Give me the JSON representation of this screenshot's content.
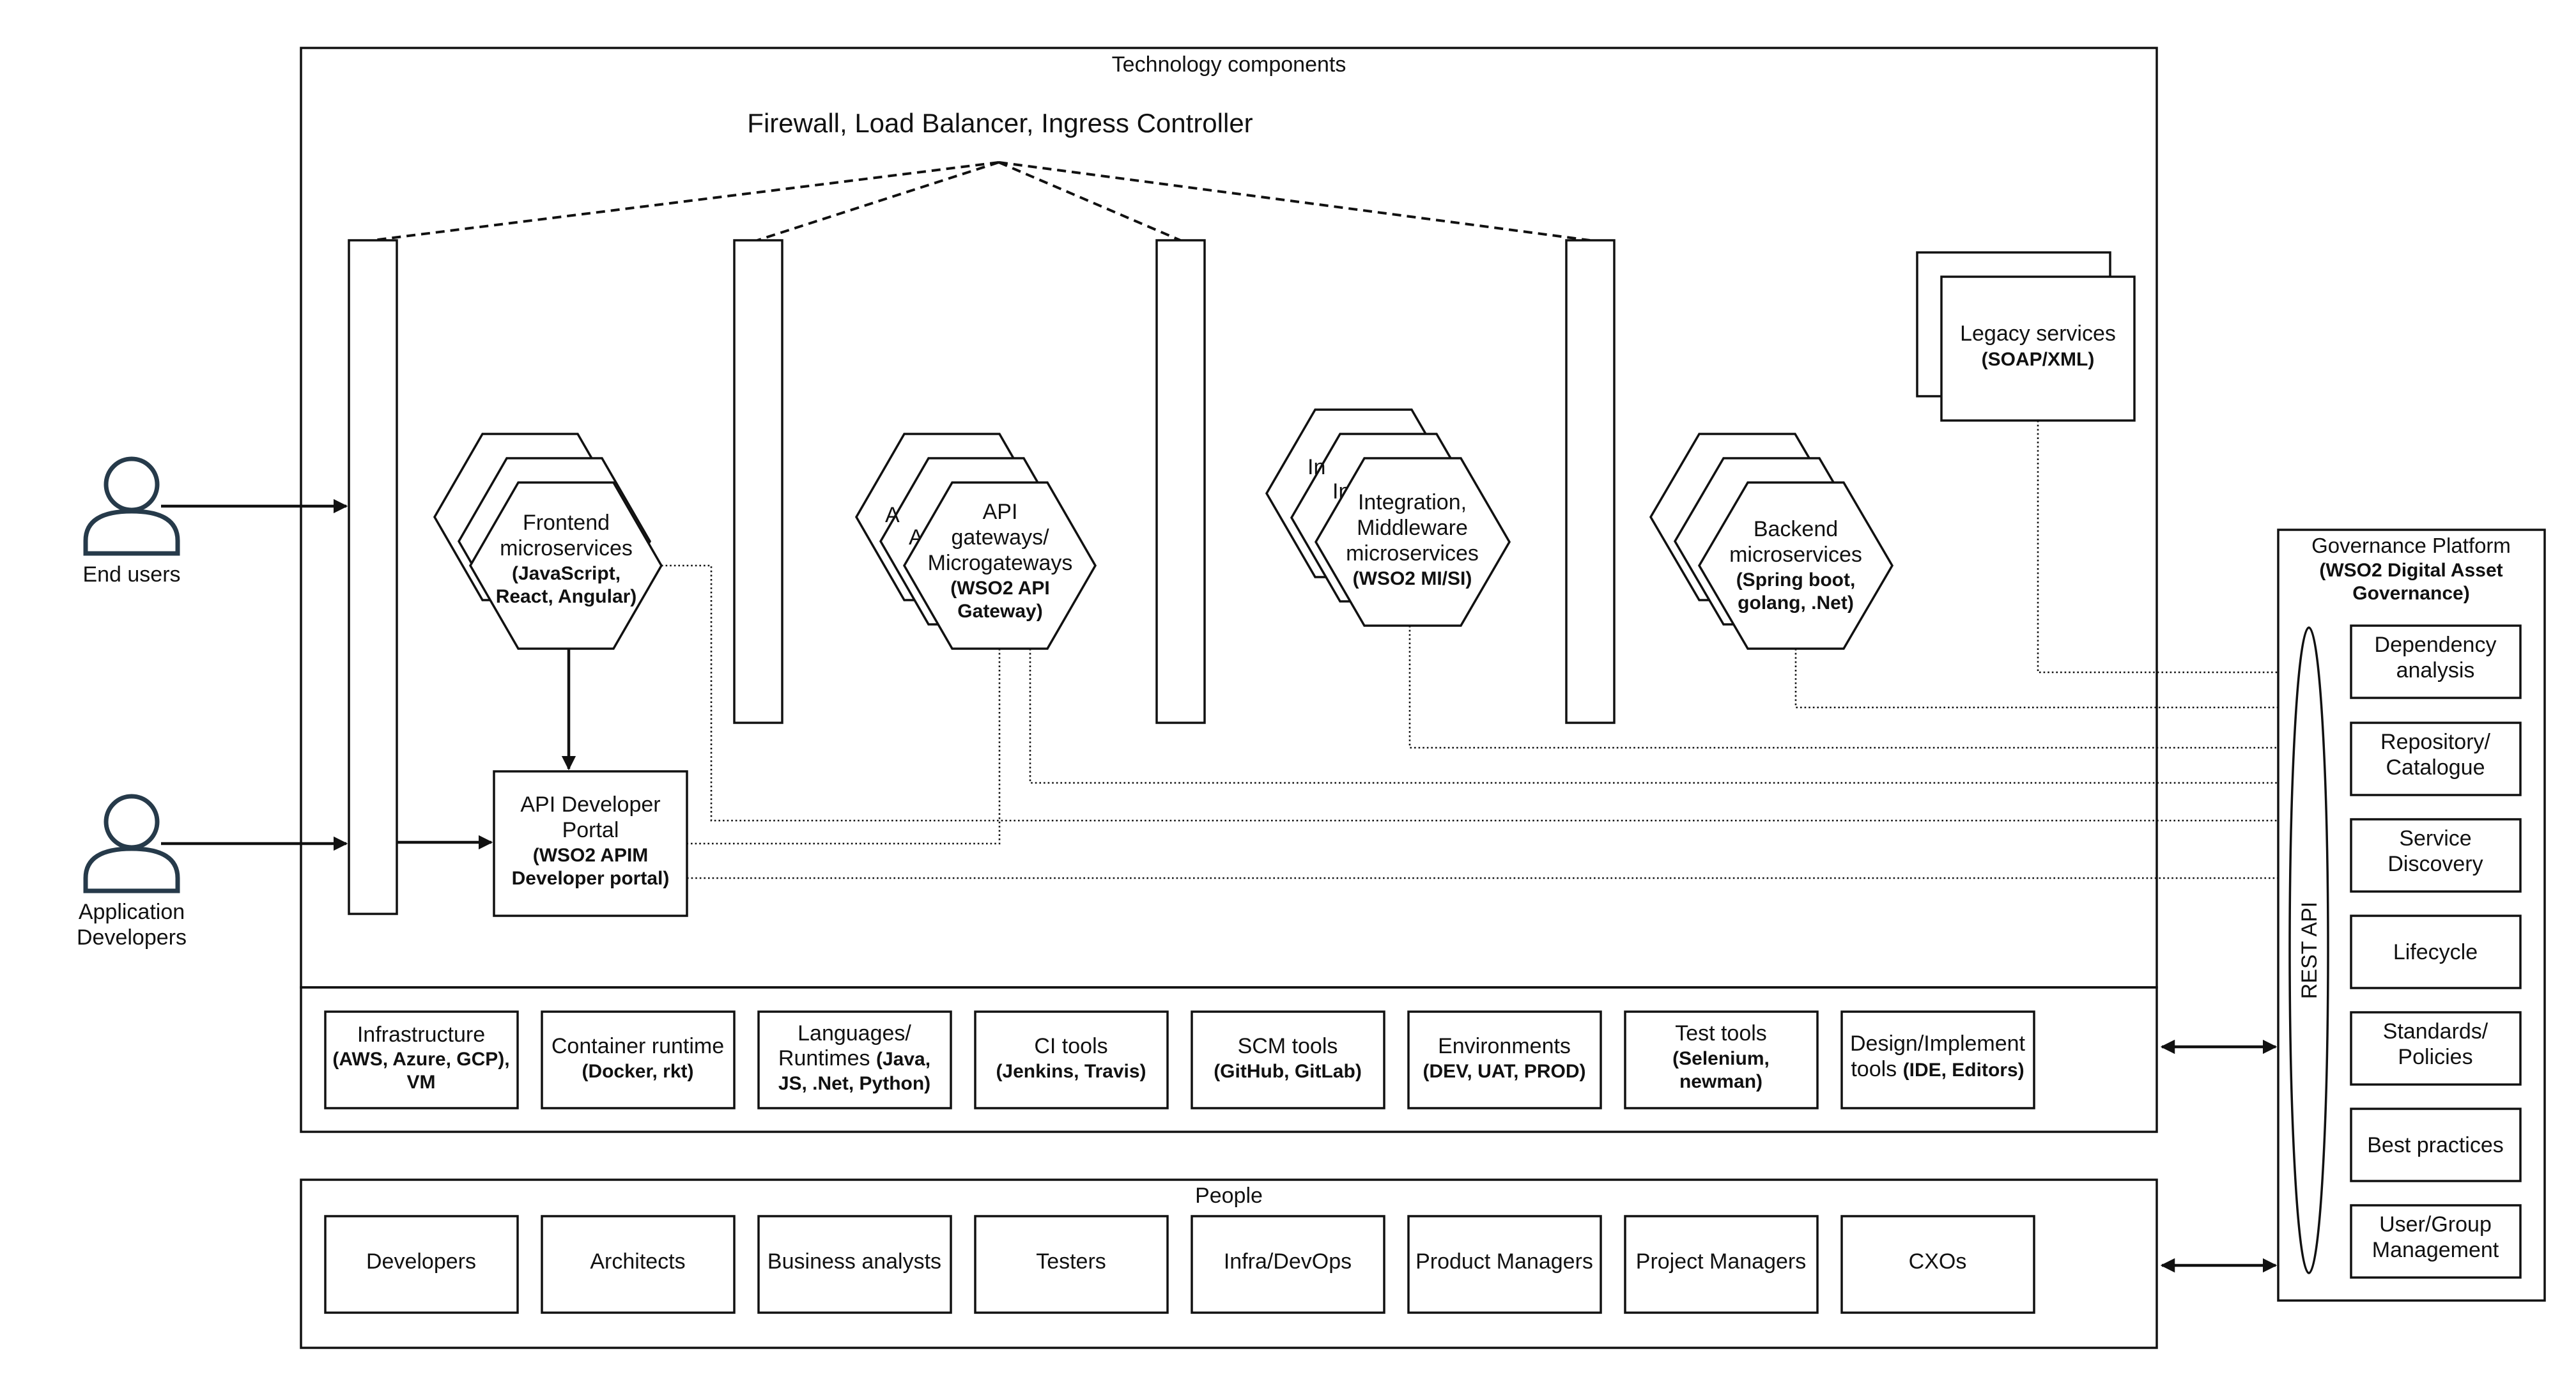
{
  "technology": {
    "title": "Technology components",
    "edge_label": "Firewall, Load Balancer, Ingress Controller",
    "frontend": {
      "line1": "Frontend",
      "line2": "microservices",
      "bold1": "(JavaScript,",
      "bold2": "React, Angular)"
    },
    "api_gateways": {
      "line1": "API",
      "line2": "gateways/",
      "line3": "Microgateways",
      "bold1": "(WSO2 API",
      "bold2": "Gateway)",
      "peek": "A"
    },
    "integration": {
      "line1": "Integration,",
      "line2": "Middleware",
      "line3": "microservices",
      "bold1": "(WSO2 MI/SI)",
      "peek": "In"
    },
    "backend": {
      "line1": "Backend",
      "line2": "microservices",
      "bold1": "(Spring boot,",
      "bold2": "golang, .Net)"
    },
    "legacy": {
      "line1": "Legacy services",
      "bold1": "(SOAP/XML)"
    },
    "dev_portal": {
      "line1": "API Developer",
      "line2": "Portal",
      "bold1": "(WSO2 APIM",
      "bold2": "Developer portal)"
    }
  },
  "actors": {
    "end_users": "End users",
    "app_devs_line1": "Application",
    "app_devs_line2": "Developers"
  },
  "tools": [
    {
      "line1": "Infrastructure",
      "bold1": "(AWS, Azure, GCP),",
      "bold2": "VM"
    },
    {
      "line1": "Container runtime",
      "bold1": "(Docker, rkt)"
    },
    {
      "line1": "Languages/",
      "line2a": "Runtimes ",
      "bold2": "(Java,",
      "bold3": "JS, .Net, Python)"
    },
    {
      "line1": "CI tools",
      "bold1": "(Jenkins, Travis)"
    },
    {
      "line1": "SCM tools",
      "bold1": "(GitHub, GitLab)"
    },
    {
      "line1": "Environments",
      "bold1": "(DEV, UAT, PROD)"
    },
    {
      "line1": "Test tools",
      "bold1": "(Selenium,",
      "bold2": "newman)"
    },
    {
      "line1": "Design/Implement",
      "line2a": "tools ",
      "bold2": "(IDE, Editors)"
    }
  ],
  "people": {
    "title": "People",
    "roles": [
      "Developers",
      "Architects",
      "Business analysts",
      "Testers",
      "Infra/DevOps",
      "Product Managers",
      "Project Managers",
      "CXOs"
    ]
  },
  "governance": {
    "title": "Governance Platform",
    "sub1": "(WSO2 Digital Asset",
    "sub2": "Governance)",
    "rest_api": "REST API",
    "items": [
      [
        "Dependency",
        "analysis"
      ],
      [
        "Repository/",
        "Catalogue"
      ],
      [
        "Service",
        "Discovery"
      ],
      [
        "Lifecycle"
      ],
      [
        "Standards/",
        "Policies"
      ],
      [
        "Best practices"
      ],
      [
        "User/Group",
        "Management"
      ]
    ]
  }
}
